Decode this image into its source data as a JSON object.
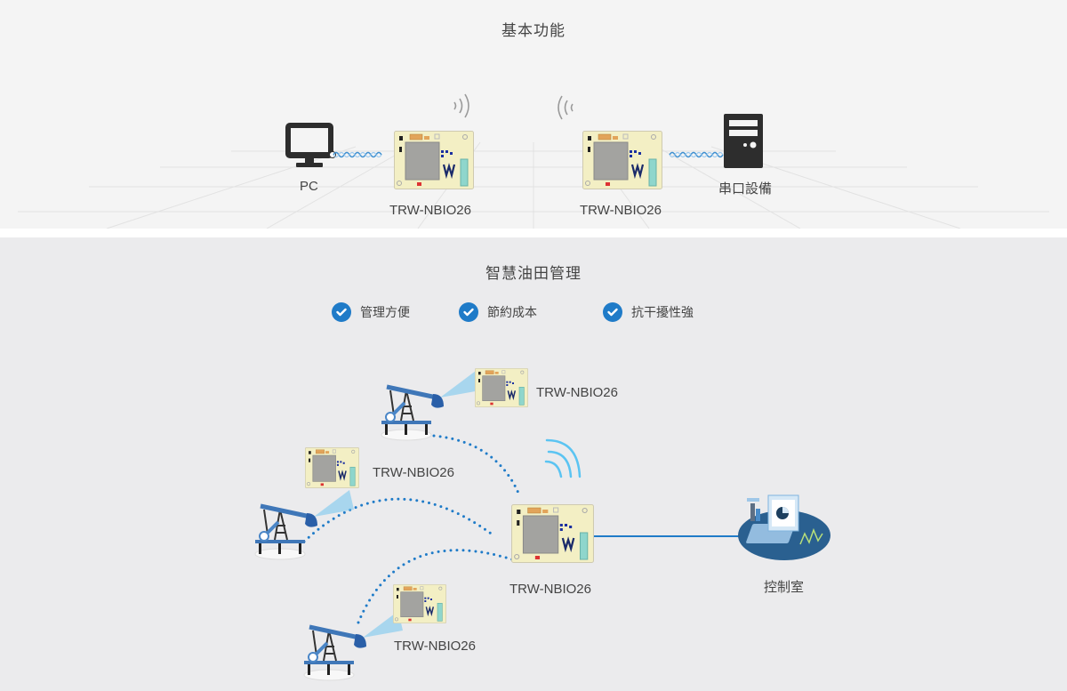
{
  "basic": {
    "title": "基本功能",
    "pc_label": "PC",
    "serial_label": "串口設備",
    "module_left_label": "TRW-NBIO26",
    "module_right_label": "TRW-NBIO26"
  },
  "oilfield": {
    "title": "智慧油田管理",
    "features": [
      {
        "label": "管理方便",
        "icon": "check-circle-icon"
      },
      {
        "label": "節約成本",
        "icon": "check-circle-icon"
      },
      {
        "label": "抗干擾性強",
        "icon": "check-circle-icon"
      }
    ],
    "nodes": {
      "top": "TRW-NBIO26",
      "middle": "TRW-NBIO26",
      "bottom": "TRW-NBIO26",
      "gateway": "TRW-NBIO26"
    },
    "control_room_label": "控制室"
  },
  "colors": {
    "accent": "#1f7bc8",
    "wifi": "#5bc4f2",
    "device_dark": "#2d2d2d",
    "board": "#f3efc4"
  }
}
